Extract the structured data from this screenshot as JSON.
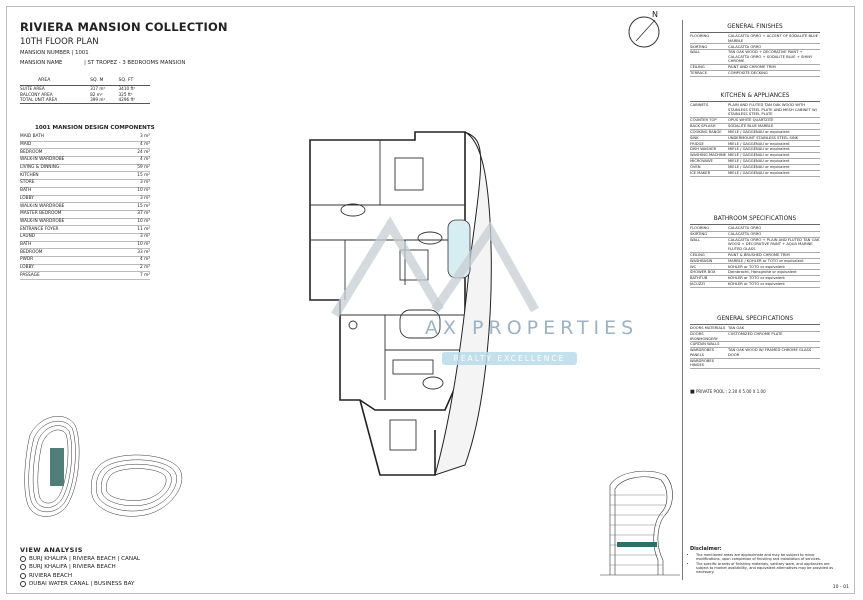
{
  "header": {
    "title": "RIVIERA MANSION COLLECTION",
    "subtitle": "10TH FLOOR PLAN",
    "mansion_number": "MANSION NUMBER | 1001",
    "mansion_name_label": "MANSION NAME",
    "mansion_name_value": "| ST TROPEZ - 3 BEDROOMS MANSION"
  },
  "area_table": {
    "headers": [
      "AREA",
      "SQ. M",
      "SQ. FT"
    ],
    "rows": [
      [
        "SUITE AREA",
        "317 m²",
        "3410 ft²"
      ],
      [
        "BALCONY AREA",
        "82 m²",
        "325 ft²"
      ],
      [
        "TOTAL UNIT AREA",
        "399 m²",
        "4296 ft²"
      ]
    ]
  },
  "components": {
    "title": "1001 MANSION DESIGN COMPONENTS",
    "rows": [
      [
        "MAID BATH",
        "3 m²"
      ],
      [
        "MAID",
        "4 m²"
      ],
      [
        "BEDROOM",
        "24 m²"
      ],
      [
        "WALK-IN WARDROBE",
        "4 m²"
      ],
      [
        "LIVING & DINNING",
        "59 m²"
      ],
      [
        "KITCHEN",
        "15 m²"
      ],
      [
        "STORE",
        "3 m²"
      ],
      [
        "BATH",
        "10 m²"
      ],
      [
        "LOBBY",
        "3 m²"
      ],
      [
        "WALK-IN WARDROBE",
        "15 m²"
      ],
      [
        "MASTER BEDROOM",
        "37 m²"
      ],
      [
        "WALK-IN WARDROBE",
        "10 m²"
      ],
      [
        "ENTRANCE FOYER",
        "11 m²"
      ],
      [
        "LAUND",
        "3 m²"
      ],
      [
        "BATH",
        "10 m²"
      ],
      [
        "BEDROOM",
        "33 m²"
      ],
      [
        "PWDR",
        "4 m²"
      ],
      [
        "LOBBY",
        "2 m²"
      ],
      [
        "PASSAGE",
        "7 m²"
      ]
    ]
  },
  "view_analysis": {
    "title": "VIEW ANALYSIS",
    "items": [
      "BURJ KHALIFA | RIVIERA BEACH | CANAL",
      "BURJ KHALIFA | RIVIERA BEACH",
      "RIVIERA BEACH",
      "DUBAI WATER CANAL | BUSINESS BAY"
    ]
  },
  "compass": {
    "north_label": "N"
  },
  "watermark": {
    "brand": "AX PROPERTIES",
    "tagline": "REALTY EXCELLENCE"
  },
  "general_finishes": {
    "title": "GENERAL FINISHES",
    "rows": [
      [
        "FLOORING",
        "CALACATTA ORRO + ACCENT OF SODALITE BLUE MARBLE"
      ],
      [
        "SKIRTING",
        "CALACATTA ORRO"
      ],
      [
        "WALL",
        "TAN OAK WOOD + DECORATIVE PAINT + CALACATTA ORRO + SODALITE BLUE + SHINY CHROME"
      ],
      [
        "CEILING",
        "PAINT AND CHROME TRIM"
      ],
      [
        "TERRACE",
        "COMPOSITE DECKING"
      ]
    ]
  },
  "kitchen": {
    "title": "KITCHEN & APPLIANCES",
    "rows": [
      [
        "CABINETS",
        "PLAIN AND FLUTED TAN OAK WOOD WITH STAINLESS STEEL PLATE AND MESH CABINET W/ STAINLESS STEEL PLATE"
      ],
      [
        "COUNTER TOP",
        "OPUS WHITE QUARTZITE"
      ],
      [
        "BACK SPLASH",
        "SODALITE BLUE MARBLE"
      ],
      [
        "COOKING RANGE",
        "MIELE / GAGGENAU or equivalent"
      ],
      [
        "SINK",
        "UNDERMOUNT STAINLESS STEEL SINK"
      ],
      [
        "FRIDGE",
        "MIELE / GAGGENAU or equivalent"
      ],
      [
        "DISH WASHER",
        "MIELE / GAGGENAU or equivalent"
      ],
      [
        "WASHING MACHINE",
        "MIELE / GAGGENAU or equivalent"
      ],
      [
        "MICROWAVE",
        "MIELE / GAGGENAU or equivalent"
      ],
      [
        "OVEN",
        "MIELE / GAGGENAU or equivalent"
      ],
      [
        "ICE MAKER",
        "MIELE / GAGGENAU or equivalent"
      ]
    ]
  },
  "bathroom": {
    "title": "BATHROOM SPECIFICATIONS",
    "rows": [
      [
        "FLOORING",
        "CALACATTA ORRO"
      ],
      [
        "SKIRTING",
        "CALACATTA ORRO"
      ],
      [
        "WALL",
        "CALACATTA ORRO + PLAIN AND FLUTED TAN OAK WOOD + DECORATIVE PAINT + AQUA MARINE FLUTED GLASS"
      ],
      [
        "CEILING",
        "PAINT & BRUSHED CHROME TRIM"
      ],
      [
        "WASHBASIN",
        "MARBLE / KOHLER or TOTO or equivalent"
      ],
      [
        "WC",
        "KOHLER or TOTO or equivalent"
      ],
      [
        "SHOWER BOX",
        "Dornbracht, Hansgrohe or equivalent"
      ],
      [
        "BATHTUB",
        "KOHLER or TOTO or equivalent"
      ],
      [
        "JACUZZI",
        "KOHLER or TOTO or equivalent"
      ]
    ]
  },
  "general_specs": {
    "title": "GENERAL SPECIFICATIONS",
    "rows": [
      [
        "DOORS MATERIALS",
        "TAN OAK"
      ],
      [
        "DOORS IRONMONGERY",
        "CUSTOMIZED CHROME PLATE"
      ],
      [
        "CURTAIN WALLS",
        ""
      ],
      [
        "WARDROBES PANELS",
        "TAN OAK WOOD W/ FRAMED CHROME GLASS DOOR"
      ],
      [
        "WARDROBES HINGES",
        ""
      ]
    ]
  },
  "private_pool": "PRIVATE POOL : 2.30 X 5.00 X 1.00",
  "disclaimer": {
    "title": "Disclaimer:",
    "items": [
      "The mentioned areas are approximate and may be subject to minor modifications, upon completion of finishing and installation of services.",
      "The specific brands of finishing materials, sanitary ware, and appliances are subject to market availability, and equivalent alternatives may be provided as necessary."
    ]
  },
  "page_number": "10 - 01"
}
